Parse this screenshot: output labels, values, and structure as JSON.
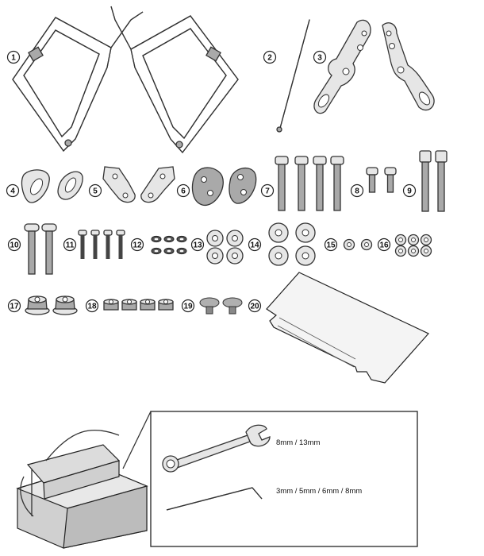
{
  "items": [
    {
      "n": "1"
    },
    {
      "n": "2"
    },
    {
      "n": "3"
    },
    {
      "n": "4"
    },
    {
      "n": "5"
    },
    {
      "n": "6"
    },
    {
      "n": "7"
    },
    {
      "n": "8"
    },
    {
      "n": "9"
    },
    {
      "n": "10"
    },
    {
      "n": "11"
    },
    {
      "n": "12"
    },
    {
      "n": "13"
    },
    {
      "n": "14"
    },
    {
      "n": "15"
    },
    {
      "n": "16"
    },
    {
      "n": "17"
    },
    {
      "n": "18"
    },
    {
      "n": "19"
    },
    {
      "n": "20"
    }
  ],
  "tools": {
    "wrench_sizes": "8mm / 13mm",
    "hex_key_sizes": "3mm /  5mm / 6mm / 8mm"
  }
}
